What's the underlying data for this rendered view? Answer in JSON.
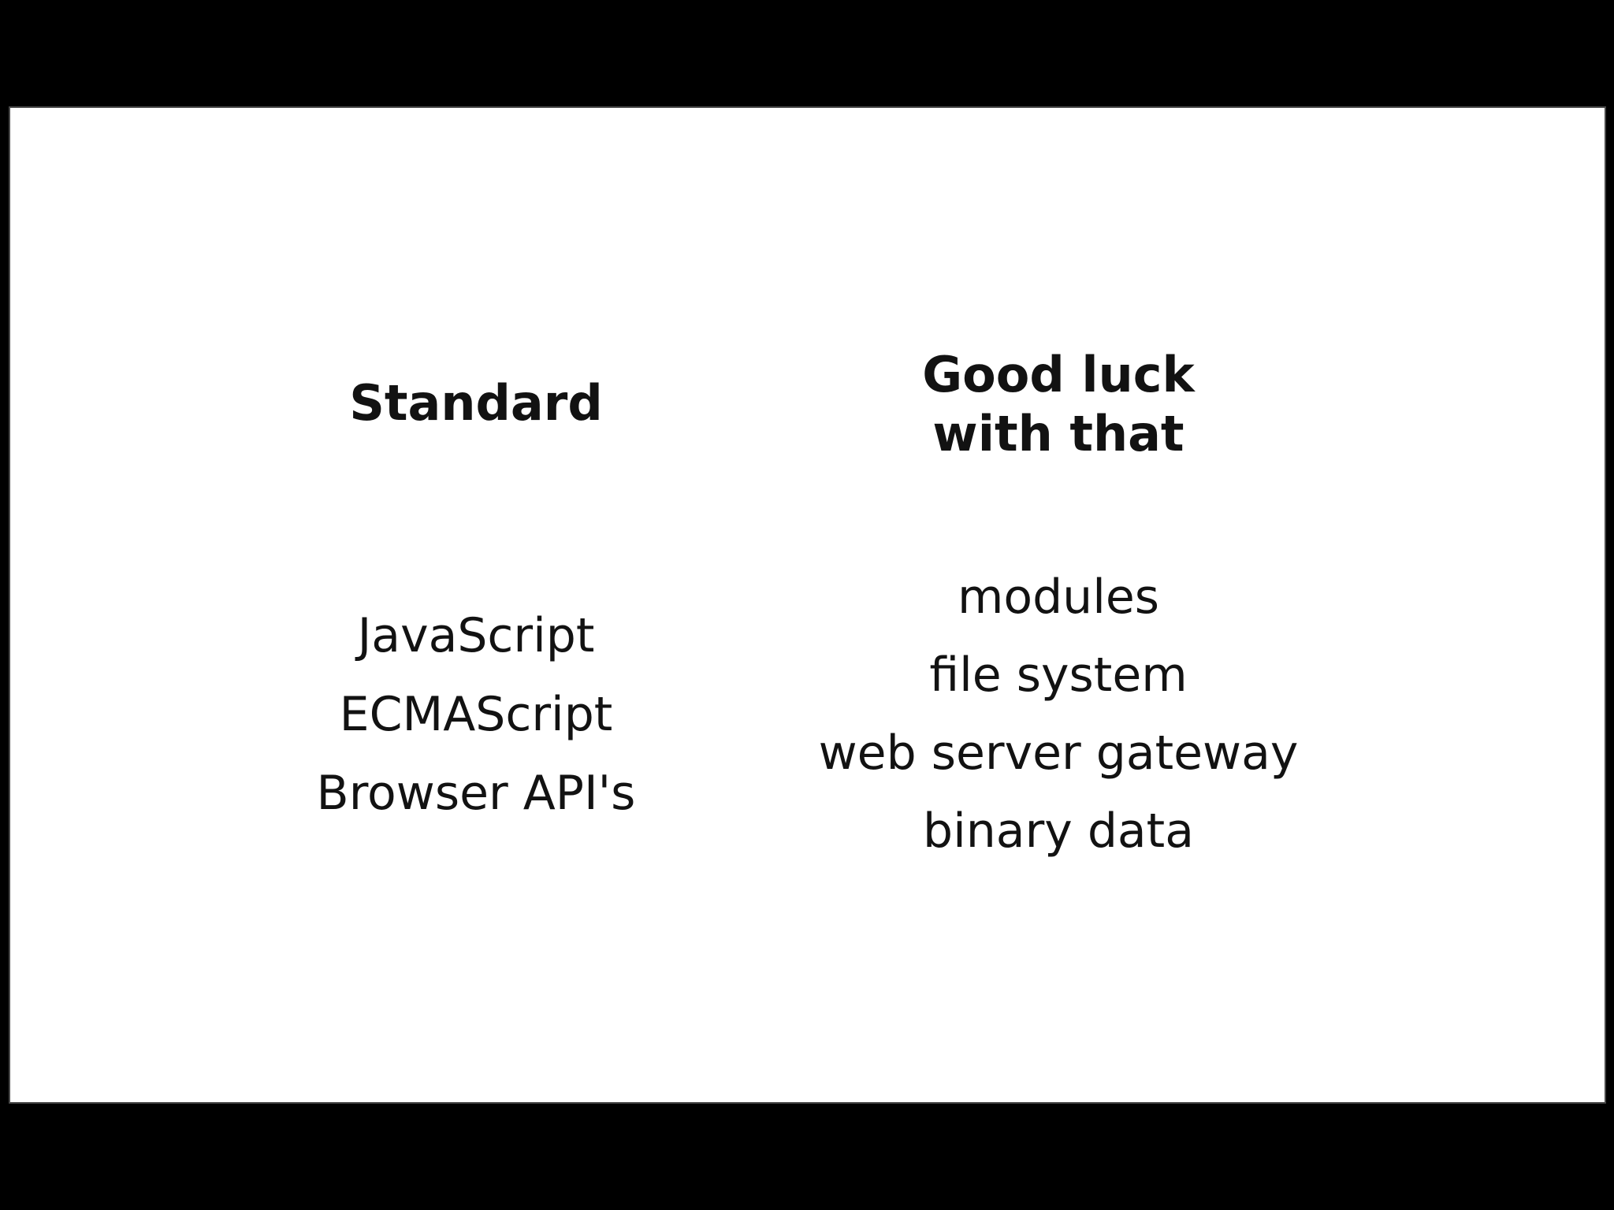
{
  "slide": {
    "kind": "presentation-slide",
    "colors": {
      "letterbox_background": "#000000",
      "slide_background": "#ffffff",
      "text": "#121212",
      "slide_edge_line": "#4a4a4a"
    },
    "columns": [
      {
        "id": "standard",
        "title_lines": [
          "Standard"
        ],
        "items": [
          "JavaScript",
          "ECMAScript",
          "Browser API's"
        ]
      },
      {
        "id": "good-luck-with-that",
        "title_lines": [
          "Good luck",
          "with that"
        ],
        "items": [
          "modules",
          "file system",
          "web server gateway",
          "binary data"
        ]
      }
    ]
  }
}
